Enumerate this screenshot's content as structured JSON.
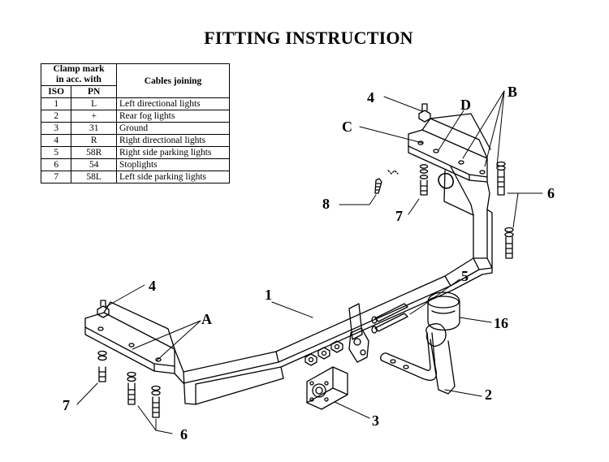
{
  "title": "FITTING INSTRUCTION",
  "table": {
    "header_clamp": "Clamp mark",
    "header_clamp2": "in acc. with",
    "header_cables": "Cables joining",
    "col_iso": "ISO",
    "col_pn": "PN",
    "rows": [
      {
        "iso": "1",
        "pn": "L",
        "desc": "Left directional lights"
      },
      {
        "iso": "2",
        "pn": "+",
        "desc": "Rear fog lights"
      },
      {
        "iso": "3",
        "pn": "31",
        "desc": "Ground"
      },
      {
        "iso": "4",
        "pn": "R",
        "desc": "Right directional lights"
      },
      {
        "iso": "5",
        "pn": "58R",
        "desc": "Right side parking lights"
      },
      {
        "iso": "6",
        "pn": "54",
        "desc": "Stoplights"
      },
      {
        "iso": "7",
        "pn": "58L",
        "desc": "Left side parking lights"
      }
    ]
  },
  "callouts": {
    "c1": "1",
    "c2": "2",
    "c3": "3",
    "c4_top": "4",
    "c4_left": "4",
    "c5": "5",
    "c6_right": "6",
    "c6_bottom": "6",
    "c7_top": "7",
    "c7_left": "7",
    "c8": "8",
    "c16": "16",
    "cA": "A",
    "cB": "B",
    "cC": "C",
    "cD": "D"
  }
}
